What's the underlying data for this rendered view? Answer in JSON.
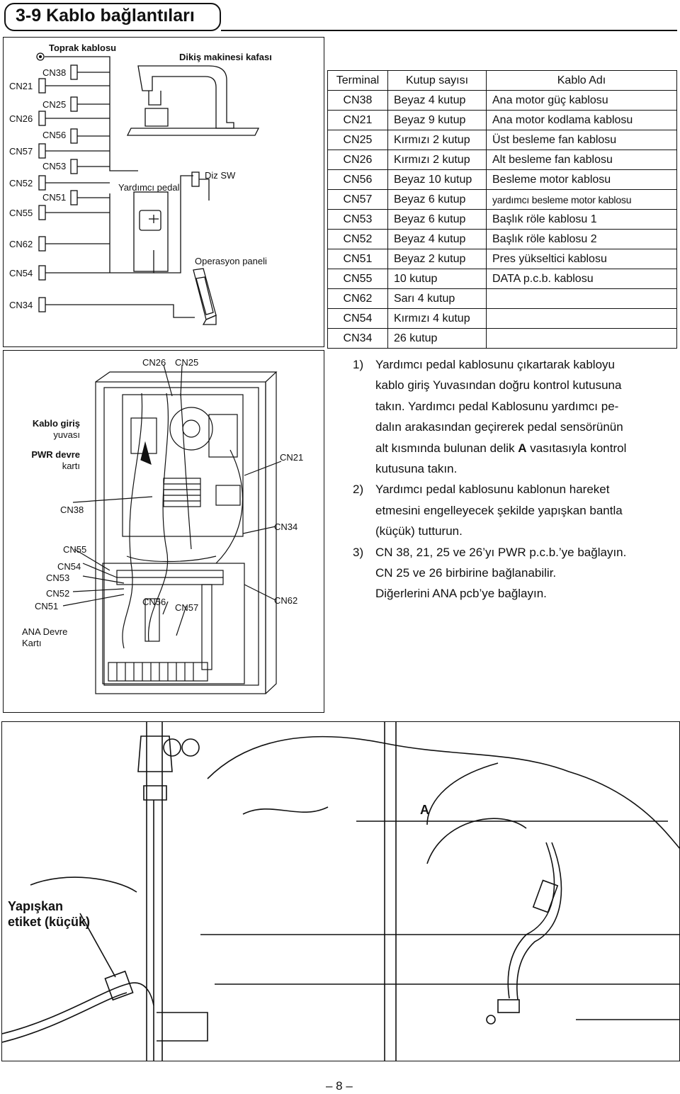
{
  "header": {
    "title": "3-9 Kablo bağlantıları"
  },
  "top_diagram": {
    "toprak": "Toprak kablosu",
    "head": "Dikiş makinesi kafası",
    "pedal": "Yardımcı pedal",
    "sw": "Diz SW",
    "panel": "Operasyon paneli",
    "left_cn": [
      "CN21",
      "CN26",
      "CN57",
      "CN52",
      "CN55",
      "CN62",
      "CN54",
      "CN34"
    ],
    "right_cn": [
      "CN38",
      "CN25",
      "CN56",
      "CN53",
      "CN51"
    ]
  },
  "table": {
    "headers": [
      "Terminal",
      "Kutup sayısı",
      "Kablo Adı"
    ],
    "rows": [
      {
        "t": "CN38",
        "p": "Beyaz 4 kutup",
        "n": "Ana motor güç kablosu"
      },
      {
        "t": "CN21",
        "p": "Beyaz 9 kutup",
        "n": "Ana motor kodlama kablosu"
      },
      {
        "t": "CN25",
        "p": "Kırmızı 2 kutup",
        "n": "Üst besleme fan kablosu"
      },
      {
        "t": "CN26",
        "p": "Kırmızı 2 kutup",
        "n": "Alt besleme fan kablosu"
      },
      {
        "t": "CN56",
        "p": "Beyaz 10 kutup",
        "n": "Besleme motor kablosu"
      },
      {
        "t": "CN57",
        "p": "Beyaz 6 kutup",
        "n": "yardımcı besleme motor kablosu"
      },
      {
        "t": "CN53",
        "p": "Beyaz 6 kutup",
        "n": "Başlık röle kablosu 1"
      },
      {
        "t": "CN52",
        "p": "Beyaz 4 kutup",
        "n": "Başlık röle kablosu 2"
      },
      {
        "t": "CN51",
        "p": "Beyaz 2 kutup",
        "n": "Pres yükseltici kablosu"
      },
      {
        "t": "CN55",
        "p": "10 kutup",
        "n": "DATA p.c.b. kablosu"
      },
      {
        "t": "CN62",
        "p": "Sarı 4 kutup",
        "n": ""
      },
      {
        "t": "CN54",
        "p": "Kırmızı 4 kutup",
        "n": ""
      },
      {
        "t": "CN34",
        "p": "26 kutup",
        "n": ""
      }
    ]
  },
  "box_diagram": {
    "kablo_giris_1": "Kablo giriş",
    "kablo_giris_2": "yuvası",
    "pwr_1": "PWR devre",
    "pwr_2": "kartı",
    "ana_1": "ANA Devre",
    "ana_2": "Kartı",
    "cn26": "CN26",
    "cn25": "CN25",
    "cn21": "CN21",
    "cn34": "CN34",
    "cn62": "CN62",
    "cn38": "CN38",
    "cn55": "CN55",
    "cn54": "CN54",
    "cn53": "CN53",
    "cn52": "CN52",
    "cn51": "CN51",
    "cn56": "CN56",
    "cn57": "CN57"
  },
  "instructions": [
    {
      "num": "1)",
      "lines": [
        "Yardımcı pedal kablosunu çıkartarak kabloyu",
        "kablo giriş Yuvasından doğru kontrol kutusuna",
        "takın. Yardımcı pedal Kablosunu yardımcı pe-",
        "dalın arakasından geçirerek pedal sensörünün"
      ],
      "pre": "alt kısmında bulunan delik ",
      "bold": "A",
      "post": " vasıtasıyla kontrol",
      "last": "kutusuna takın."
    },
    {
      "num": "2)",
      "lines": [
        "Yardımcı pedal kablosunu kablonun hareket",
        "etmesini engelleyecek şekilde  yapışkan bantla",
        "(küçük) tutturun."
      ]
    },
    {
      "num": "3)",
      "lines": [
        "CN 38, 21, 25 ve 26’yı PWR p.c.b.’ye bağlayın.",
        "CN 25 ve 26 birbirine bağlanabilir.",
        "Diğerlerini ANA pcb’ye bağlayın."
      ]
    }
  ],
  "photo": {
    "label_a": "A",
    "sticker_1": "Yapışkan",
    "sticker_2": "etiket (küçük)"
  },
  "footer": {
    "page": "– 8 –"
  }
}
